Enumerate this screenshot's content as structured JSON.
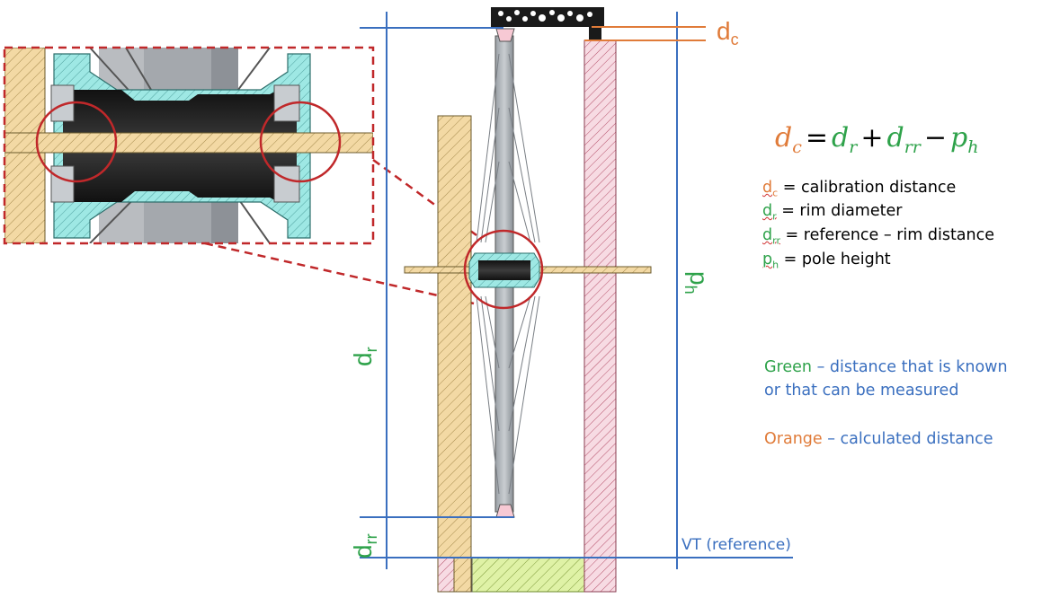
{
  "labels": {
    "dc": "d",
    "dc_sub": "c",
    "dr": "d",
    "dr_sub": "r",
    "drr": "d",
    "drr_sub": "rr",
    "ph": "p",
    "ph_sub": "h",
    "vt": "VT (reference)"
  },
  "formula": {
    "lhs": "d",
    "lhs_sub": "c",
    "eq": "=",
    "t1": "d",
    "t1_sub": "r",
    "plus": "+",
    "t2": "d",
    "t2_sub": "rr",
    "minus": "−",
    "t3": "p",
    "t3_sub": "h"
  },
  "legend": [
    {
      "sym": "d",
      "sub": "c",
      "text": " = calibration distance"
    },
    {
      "sym": "d",
      "sub": "r",
      "text": " = rim diameter"
    },
    {
      "sym": "d",
      "sub": "rr",
      "text": " = reference – rim distance"
    },
    {
      "sym": "p",
      "sub": "h",
      "text": " = pole height"
    }
  ],
  "notes": {
    "green_word": "Green",
    "green_rest_1": " – distance that is known",
    "green_rest_2": "or that can be measured",
    "orange_word": "Orange",
    "orange_rest": " – calculated distance"
  },
  "colors": {
    "blue_line": "#3a6fbf",
    "orange": "#e07b39",
    "green": "#2ea24a",
    "red": "#c0282a",
    "wood": "#f3d9a4",
    "pink": "#f7dbe3",
    "cyan": "#9ee8e4",
    "lime": "#dff2a6"
  }
}
